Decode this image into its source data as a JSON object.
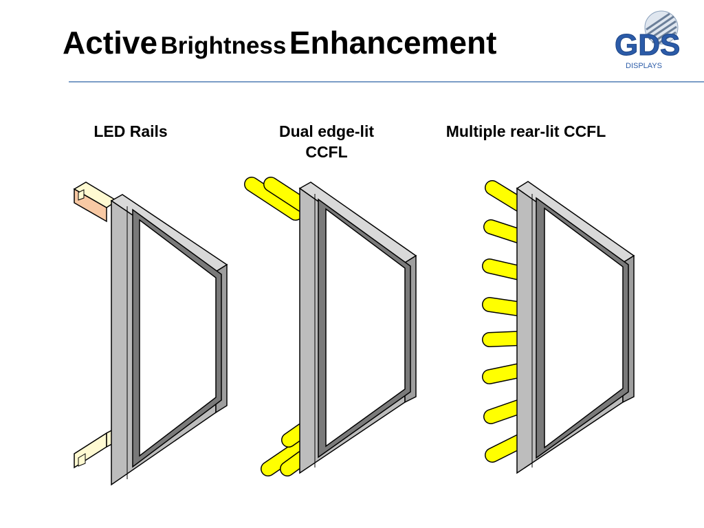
{
  "title": {
    "word1": "Active",
    "word2": "Brightness",
    "word3": "Enhancement"
  },
  "logo": {
    "brand": "GDS",
    "sub": "DISPLAYS"
  },
  "columns": [
    {
      "label": "LED Rails"
    },
    {
      "label_line1": "Dual edge-lit",
      "label_line2": "CCFL"
    },
    {
      "label": "Multiple rear-lit CCFL"
    }
  ],
  "colors": {
    "frame_outer": "#bdbdbd",
    "frame_inner": "#7a7a7a",
    "lamp": "#ffff00",
    "led_rail": "#f8c9a4",
    "led_rail_light": "#fffad2",
    "rule": "#7a9cc6",
    "logo_blue": "#2b5ba8"
  },
  "icons": [
    "gds-logo-icon",
    "globe-icon"
  ]
}
